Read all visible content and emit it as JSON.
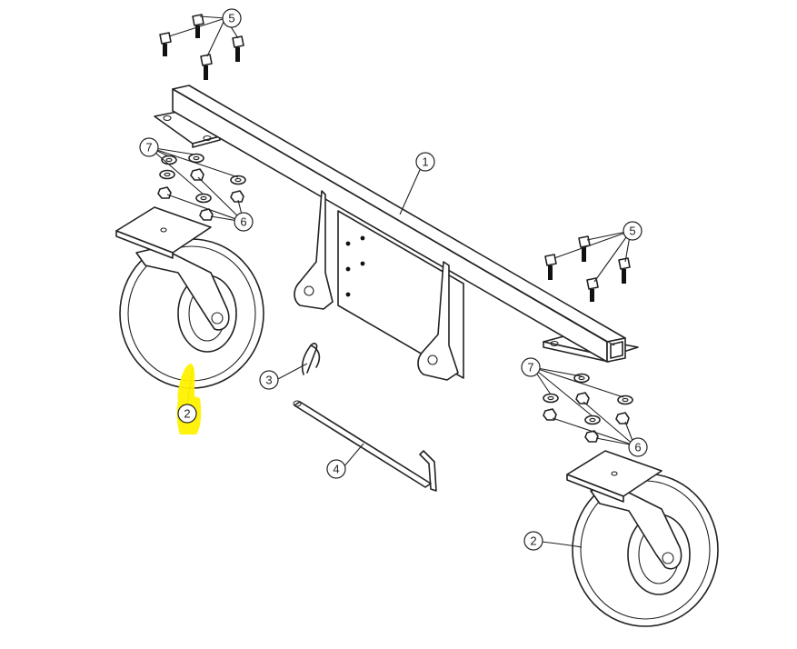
{
  "diagram": {
    "callouts": {
      "c1": "1",
      "c2_left": "2",
      "c2_right": "2",
      "c3": "3",
      "c4": "4",
      "c5_top": "5",
      "c5_right": "5",
      "c6_left": "6",
      "c6_right": "6",
      "c7_left": "7",
      "c7_right": "7"
    },
    "highlight_color": "#fff200",
    "line_color": "#222222"
  }
}
